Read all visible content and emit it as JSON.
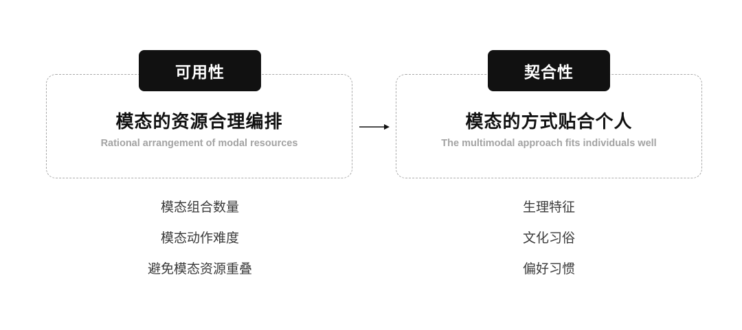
{
  "left": {
    "tab_label": "可用性",
    "title": "模态的资源合理编排",
    "subtitle": "Rational arrangement of modal resources",
    "items": [
      "模态组合数量",
      "模态动作难度",
      "避免模态资源重叠"
    ]
  },
  "right": {
    "tab_label": "契合性",
    "title": "模态的方式贴合个人",
    "subtitle": "The multimodal approach fits individuals well",
    "items": [
      "生理特征",
      "文化习俗",
      "偏好习惯"
    ]
  },
  "colors": {
    "tab_bg": "#111111",
    "tab_text": "#ffffff",
    "border": "#a9a9a9",
    "subtitle": "#a3a3a3",
    "list_text": "#3a3a3a"
  },
  "icons": {
    "connector": "arrow-right-icon"
  }
}
